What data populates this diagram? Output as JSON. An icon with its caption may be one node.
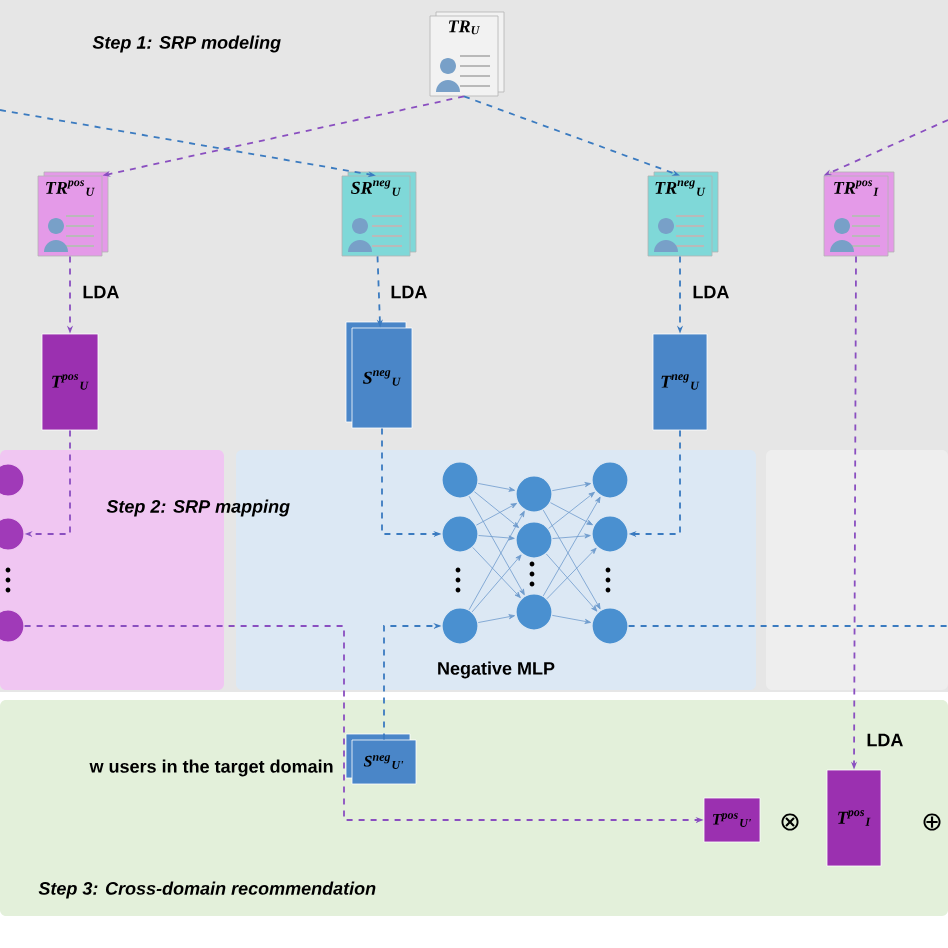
{
  "diagram": {
    "nodes": [
      {
        "text": [
          "TR$_{U}$"
        ]
      },
      {
        "text": [
          "TR$^{pos}$$_{U}$"
        ]
      },
      {
        "text": [
          "SR$^{neg}$$_{U}$"
        ]
      },
      {
        "text": [
          "TR$^{neg}$$_{U}$"
        ]
      },
      {
        "text": [
          "TR$^{pos}$$_{I}$"
        ]
      },
      {
        "text": [
          "T$^{pos}$$_{U}$"
        ]
      },
      {
        "text": [
          "S$^{neg}$$_{U}$"
        ]
      },
      {
        "text": [
          "T$^{neg}$$_{U}$"
        ]
      },
      {
        "text": [],
        "shape": "box"
      },
      {
        "text": [],
        "shape": "circle",
        "in": 8
      },
      {
        "text": [],
        "shape": "circle",
        "in": 8
      },
      {
        "text": [],
        "shape": "circle",
        "in": 8
      },
      {
        "text": [
          "Negative MLP"
        ]
      },
      {
        "text": [],
        "shape": "circle",
        "in": 12
      },
      {
        "text": [],
        "shape": "circle",
        "in": 12
      },
      {
        "text": [],
        "shape": "circle",
        "in": 12
      },
      {
        "text": [],
        "shape": "circle",
        "in": 12
      },
      {
        "text": [],
        "shape": "circle",
        "in": 12
      },
      {
        "text": [],
        "shape": "circle",
        "in": 12
      },
      {
        "text": [],
        "shape": "circle",
        "in": 12
      },
      {
        "text": [],
        "shape": "circle",
        "in": 12
      },
      {
        "text": [],
        "shape": "circle",
        "in": 12
      },
      {
        "text": [
          "Step 3: Cross-domain recommendation"
        ]
      },
      {
        "text": [
          "S$^{neg}$$_{U'}$"
        ],
        "in": 22
      },
      {
        "text": [
          "T$^{pos}$$_{U'}$"
        ],
        "in": 22
      },
      {
        "text": [
          "T$^{pos}$$_{I}$"
        ],
        "in": 22
      }
    ],
    "edges": [
      {
        "from": 0,
        "to": 1,
        "arrow": "to",
        "style": "dashed",
        "color": "#8a4fc0"
      },
      {
        "from": 0,
        "to": 3,
        "arrow": "to",
        "style": "dashed",
        "color": "#3b7bc0"
      },
      {
        "from": null,
        "to": 2,
        "arrow": "to",
        "style": "dashed",
        "color": "#3b7bc0"
      },
      {
        "from": null,
        "to": 4,
        "arrow": "to",
        "style": "dashed",
        "color": "#8a4fc0"
      },
      {
        "from": 1,
        "to": 5,
        "arrow": "to",
        "style": "dashed",
        "color": "#8a4fc0",
        "label": "LDA"
      },
      {
        "from": 2,
        "to": 6,
        "arrow": "to",
        "style": "dashed",
        "color": "#3b7bc0",
        "label": "LDA"
      },
      {
        "from": 3,
        "to": 7,
        "arrow": "to",
        "style": "dashed",
        "color": "#3b7bc0",
        "label": "LDA"
      },
      {
        "from": 4,
        "to": 25,
        "arrow": "to",
        "style": "dashed",
        "color": "#8a4fc0",
        "label": "LDA"
      },
      {
        "from": 5,
        "to": 10,
        "arrow": "to",
        "style": "dashed",
        "color": "#8a4fc0"
      },
      {
        "from": 6,
        "to": 14,
        "arrow": "to",
        "style": "dashed",
        "color": "#3b7bc0"
      },
      {
        "from": 7,
        "to": 20,
        "arrow": "to",
        "style": "dashed",
        "color": "#3b7bc0"
      },
      {
        "from": 23,
        "to": 15,
        "arrow": "to",
        "style": "dashed",
        "color": "#3b7bc0"
      },
      {
        "from": 11,
        "to": 24,
        "arrow": "to",
        "style": "dashed",
        "color": "#8a4fc0"
      },
      {
        "from": 21,
        "to": null,
        "arrow": "none",
        "style": "dashed",
        "color": "#3b7bc0"
      },
      {
        "from": 13,
        "to": 16,
        "arrow": "to"
      },
      {
        "from": 13,
        "to": 17,
        "arrow": "to"
      },
      {
        "from": 13,
        "to": 18,
        "arrow": "to"
      },
      {
        "from": 14,
        "to": 16,
        "arrow": "to"
      },
      {
        "from": 14,
        "to": 17,
        "arrow": "to"
      },
      {
        "from": 14,
        "to": 18,
        "arrow": "to"
      },
      {
        "from": 15,
        "to": 16,
        "arrow": "to"
      },
      {
        "from": 15,
        "to": 17,
        "arrow": "to"
      },
      {
        "from": 15,
        "to": 18,
        "arrow": "to"
      },
      {
        "from": 16,
        "to": 19,
        "arrow": "to"
      },
      {
        "from": 16,
        "to": 20,
        "arrow": "to"
      },
      {
        "from": 16,
        "to": 21,
        "arrow": "to"
      },
      {
        "from": 17,
        "to": 19,
        "arrow": "to"
      },
      {
        "from": 17,
        "to": 20,
        "arrow": "to"
      },
      {
        "from": 17,
        "to": 21,
        "arrow": "to"
      },
      {
        "from": 18,
        "to": 19,
        "arrow": "to"
      },
      {
        "from": 18,
        "to": 20,
        "arrow": "to"
      },
      {
        "from": 18,
        "to": 21,
        "arrow": "to"
      }
    ],
    "labels": [
      "Step 1: SRP modeling",
      "Step 2: SRP mapping",
      "w users in the target domain",
      "⊗",
      "⊕"
    ]
  }
}
